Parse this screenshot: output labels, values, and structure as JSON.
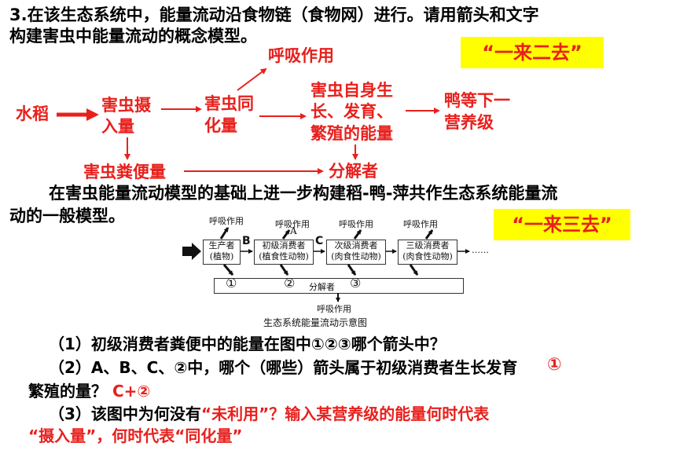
{
  "intro": {
    "line1": "3.在该生态系统中，能量流动沿食物链（食物网）进行。请用箭头和文字",
    "line2": "构建害虫中能量流动的概念模型。"
  },
  "concept_model": {
    "respiration": "呼吸作用",
    "rice": "水稻",
    "intake_l1": "害虫摄",
    "intake_l2": "入量",
    "assim_l1": "害虫同",
    "assim_l2": "化量",
    "growth_l1": "害虫自身生",
    "growth_l2": "长、发育、",
    "growth_l3": "繁殖的能量",
    "duck_l1": "鸭等下一",
    "duck_l2": "营养级",
    "feces": "害虫粪便量",
    "decomposer": "分解者"
  },
  "badge1": "“一来二去”",
  "badge2": "“一来三去”",
  "para": {
    "line1": "在害虫能量流动模型的基础上进一步构建稻-鸭-萍共作生态系统能量流",
    "line2": "动的一般模型。"
  },
  "diagram": {
    "resp": "呼吸作用",
    "producer_l1": "生产者",
    "producer_l2": "(植物)",
    "primary_l1": "初级消费者",
    "primary_l2": "(植食性动物)",
    "secondary_l1": "次级消费者",
    "secondary_l2": "(肉食性动物)",
    "tertiary_l1": "三级消费者",
    "tertiary_l2": "(肉食性动物)",
    "dots": "……",
    "decomposer": "分解者",
    "label_A": "A",
    "label_B": "B",
    "label_C": "C",
    "n1": "①",
    "n2": "②",
    "n3": "③",
    "bottom_resp": "呼吸作用",
    "caption": "生态系统能量流动示意图"
  },
  "questions": {
    "q1": "（1）初级消费者粪便中的能量在图中①②③哪个箭头中？",
    "q1_answer": "①",
    "q2_l1": "（2）A、B、C、②中，哪个（哪些）箭头属于初级消费者生长发育",
    "q2_l2": "繁殖的量？",
    "q2_answer": "C+②",
    "q3_l1a": "（3）该图中为何没有",
    "q3_l1b": "“未利用”？输入某营养级的能量何时代表",
    "q3_l2": "“摄入量”，何时代表“同化量”"
  }
}
